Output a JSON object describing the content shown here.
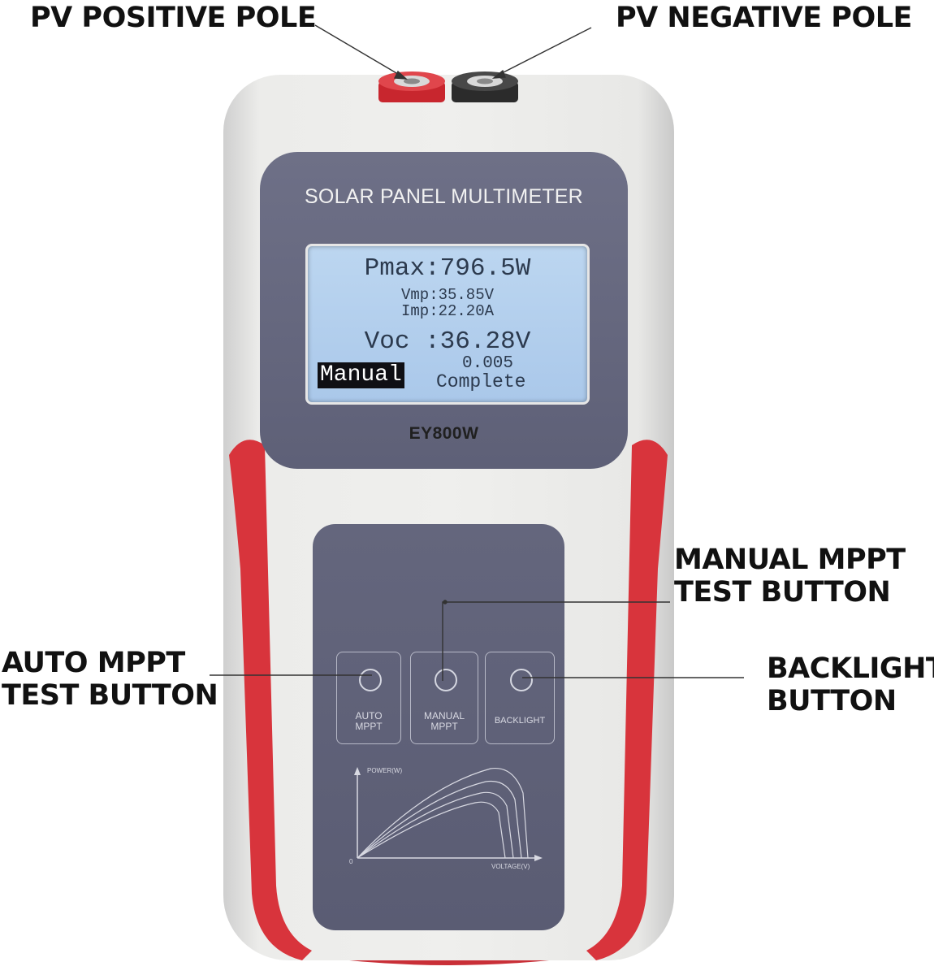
{
  "callouts": {
    "pv_positive": "PV POSITIVE POLE",
    "pv_negative": "PV NEGATIVE POLE",
    "manual_mppt": "MANUAL MPPT\nTEST BUTTON",
    "auto_mppt": "AUTO MPPT\nTEST BUTTON",
    "backlight": "BACKLIGHT\nBUTTON"
  },
  "device": {
    "title": "SOLAR PANEL MULTIMETER",
    "model": "EY800W",
    "colors": {
      "body": "#ececea",
      "panel": "#63657c",
      "grip": "#d8343c",
      "lcd": "#b3cfee"
    }
  },
  "lcd": {
    "pmax": "Pmax:796.5W",
    "vmp": "Vmp:35.85V",
    "imp": "Imp:22.20A",
    "voc": "Voc :36.28V",
    "mode": "Manual",
    "value": "0.005",
    "status": "Complete"
  },
  "buttons": {
    "auto": "AUTO\nMPPT",
    "manual": "MANUAL\nMPPT",
    "backlight": "BACKLIGHT"
  },
  "curve_graph": {
    "y_label": "POWER(W)",
    "x_label": "VOLTAGE(V)",
    "origin": "0"
  }
}
